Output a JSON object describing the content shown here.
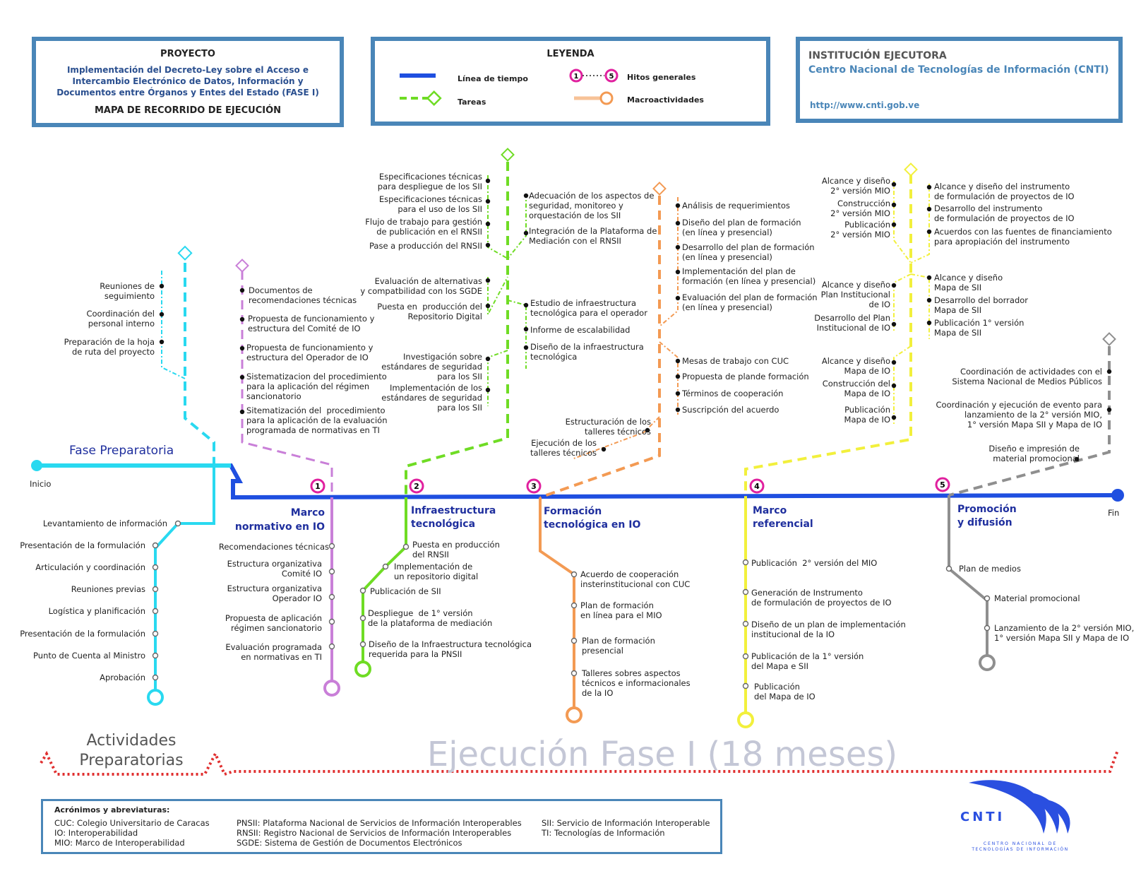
{
  "header": {
    "project": {
      "label": "PROYECTO",
      "line1": "Implementación del Decreto-Ley sobre el Acceso e",
      "line2": "Intercambio Electrónico de Datos, Información y",
      "line3": "Documentos entre Órganos y Entes del Estado (FASE I)",
      "subtitle": "MAPA DE RECORRIDO DE EJECUCIÓN"
    },
    "legend": {
      "title": "LEYENDA",
      "timeline": "Línea de tiempo",
      "tasks": "Tareas",
      "milestones": "Hitos generales",
      "macro": "Macroactividades",
      "milestone_from": "1",
      "milestone_to": "5"
    },
    "institution": {
      "label": "INSTITUCIÓN EJECUTORA",
      "name": "Centro Nacional de Tecnologías de Información (CNTI)",
      "url": "http://www.cnti.gob.ve"
    }
  },
  "timeline": {
    "start": "Inicio",
    "end": "Fin",
    "phase_prep": "Fase Preparatoria",
    "milestones": [
      "1",
      "2",
      "3",
      "4",
      "5"
    ]
  },
  "macros": {
    "marco_normativo": "Marco\nnormativo en IO",
    "infraestructura": "Infraestructura\ntecnológica",
    "formacion": "Formación\ntecnológica en IO",
    "marco_referencial": "Marco\nreferencial",
    "promocion": "Promoción\ny difusión"
  },
  "colors": {
    "timeline": "#1f4fe0",
    "cyan": "#29d9f0",
    "purple": "#c97fd8",
    "green": "#6fdc24",
    "orange": "#f39a53",
    "yellow": "#f2f03c",
    "gray": "#8f8f8f",
    "frame": "#4a86b8",
    "title_blue": "#2a4f8f",
    "red_dots": "#e03030"
  },
  "cyan_tasks": [
    "Reuniones de\nseguimiento",
    "Coordinación del\npersonal interno",
    "Preparación de la hoja\nde ruta del proyecto"
  ],
  "cyan_macro": [
    "Levantamiento de información",
    "Presentación de la formulación",
    "Articulación y coordinación",
    "Reuniones previas",
    "Logística y planificación",
    "Presentación de la formulación",
    "Punto de Cuenta al Ministro",
    "Aprobación"
  ],
  "purple_tasks": [
    "Documentos de\nrecomendaciones técnicas",
    "Propuesta de funcionamiento y\nestructura del Comité de IO",
    "Propuesta de funcionamiento y\nestructura del Operador de IO",
    "Sistematizacion del procedimiento\npara la aplicación del régimen\nsancionatorio",
    "Sitematización del  procedimiento\npara la aplicación de la evaluación\nprogramada de normativas en TI"
  ],
  "purple_macro": [
    "Recomendaciones técnicas",
    "Estructura organizativa\nComité IO",
    "Estructura organizativa\nOperador IO",
    "Propuesta de aplicación\nrégimen sancionatorio",
    "Evaluación programada\nen normativas en TI"
  ],
  "green_tasks_left": [
    "Especificaciones técnicas\npara despliegue de los SII",
    "Especificaciones técnicas\npara el uso de los SII",
    "Flujo de trabajo para gestión\nde publicación en el RNSII",
    "Pase a producción del RNSII",
    "Evaluación de alternativas\ny compatbilidad con los SGDE",
    "Puesta en  producción del\nRepositorio Digital",
    "Investigación sobre\nestándares de seguridad\npara los SII",
    "Implementación de los\nestándares de seguridad\npara los SII"
  ],
  "green_tasks_right": [
    "Adecuación de los aspectos de\nseguridad, monitoreo y\norquestación de los SII",
    "Integración de la Plataforma de\nMediación con el RNSII",
    "Estudio de infraestructura\ntecnológica para el operador",
    "Informe de escalabilidad",
    "Diseño de la infraestructura\ntecnológica"
  ],
  "green_macro": [
    "Puesta en producción\ndel RNSII",
    "Implementación de\nun repositorio digital",
    "Publicación de SII",
    "Despliegue  de 1° versión\nde la plataforma de mediación",
    "Diseño de la Infraestructura tecnológica\nrequerida para la PNSII"
  ],
  "orange_tasks_right": [
    "Análisis de requerimientos",
    "Diseño del plan de formación\n(en línea y presencial)",
    "Desarrollo del plan de formación\n(en línea y presencial)",
    "Implementación del plan de\nformación (en línea y presencial)",
    "Evaluación del plan de formación\n(en línea y presencial)",
    "Mesas de trabajo con CUC",
    "Propuesta de plande formación",
    "Términos de cooperación",
    "Suscripción del acuerdo"
  ],
  "orange_tasks_left": [
    "Estructuración de los\ntalleres técnicos",
    "Ejecución de los\ntalleres técnicos"
  ],
  "orange_macro": [
    "Acuerdo de cooperación\ninsterinstitucional con CUC",
    "Plan de formación\nen línea para el MIO",
    "Plan de formación\npresencial",
    "Talleres sobres aspectos\ntécnicos e informacionales\nde la IO"
  ],
  "yellow_tasks_left": [
    "Alcance y diseño\n2° versión MIO",
    "Construcción\n2° versión MIO",
    "Publicación\n2° versión MIO",
    "Alcance y diseño\nPlan Institucional\nde IO",
    "Desarrollo del Plan\nInstitucional de IO",
    "Alcance y diseño\nMapa de IO",
    "Construcción del\nMapa de IO",
    "Publicación\nMapa de IO"
  ],
  "yellow_tasks_right": [
    "Alcance y diseño del instrumento\nde formulación de proyectos de IO",
    "Desarrollo del instrumento\nde formulación de proyectos de IO",
    "Acuerdos con las fuentes de financiamiento\npara apropiación del instrumento",
    "Alcance y diseño\nMapa de SII",
    "Desarrollo del borrador\nMapa de SII",
    "Publicación 1° versión\nMapa de SII"
  ],
  "yellow_macro": [
    "Publicación  2° versión del MIO",
    "Generación de Instrumento\nde formulación de proyectos de IO",
    "Diseño de un plan de implementación\ninstitucional de la IO",
    "Publicación de la 1° versión\ndel Mapa e SII",
    "Publicación\ndel Mapa de IO"
  ],
  "gray_tasks": [
    "Coordinación de actividades con el\nSistema Nacional de Medios Públicos",
    "Coordinación y ejecución de evento para\nlanzamiento de la 2° versión MIO,\n1° versión Mapa SII y Mapa de IO",
    "Diseño e impresión de\nmaterial promocional"
  ],
  "gray_macro": [
    "Plan de medios",
    "Material promocional",
    "Lanzamiento de la 2° versión MIO,\n1° versión Mapa SII y Mapa de IO"
  ],
  "footer": {
    "prep": "Actividades\nPreparatorias",
    "exec": "Ejecución Fase I (18 meses)"
  },
  "acronyms": {
    "title": "Acrónimos y abreviaturas:",
    "col1": [
      "CUC: Colegio Universitario de Caracas",
      "IO: Interoperabilidad",
      "MIO: Marco de Interoperabilidad"
    ],
    "col2": [
      "PNSII: Plataforma Nacional de Servicios de Información Interoperables",
      "RNSII: Registro Nacional de Servicios de Información Interoperables",
      "SGDE: Sistema de Gestión de Documentos Electrónicos"
    ],
    "col3": [
      "SII: Servicio de Información Interoperable",
      "TI: Tecnologías de Información"
    ]
  },
  "logo": {
    "text": "CNTI",
    "sub1": "CENTRO NACIONAL DE",
    "sub2": "TECNOLOGÍAS DE INFORMACIÓN"
  }
}
